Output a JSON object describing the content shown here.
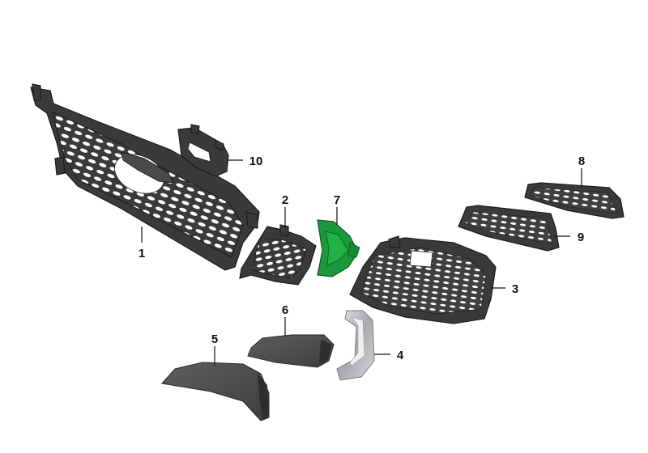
{
  "callouts": [
    {
      "id": "1",
      "label": "1"
    },
    {
      "id": "2",
      "label": "2"
    },
    {
      "id": "3",
      "label": "3"
    },
    {
      "id": "4",
      "label": "4"
    },
    {
      "id": "5",
      "label": "5"
    },
    {
      "id": "6",
      "label": "6"
    },
    {
      "id": "7",
      "label": "7"
    },
    {
      "id": "8",
      "label": "8"
    },
    {
      "id": "9",
      "label": "9"
    },
    {
      "id": "10",
      "label": "10"
    }
  ],
  "colors": {
    "highlight_part": "#1a9a3a",
    "part_dark": "#3a3a3c",
    "chrome": "#c9c9cc",
    "background": "#ffffff"
  }
}
